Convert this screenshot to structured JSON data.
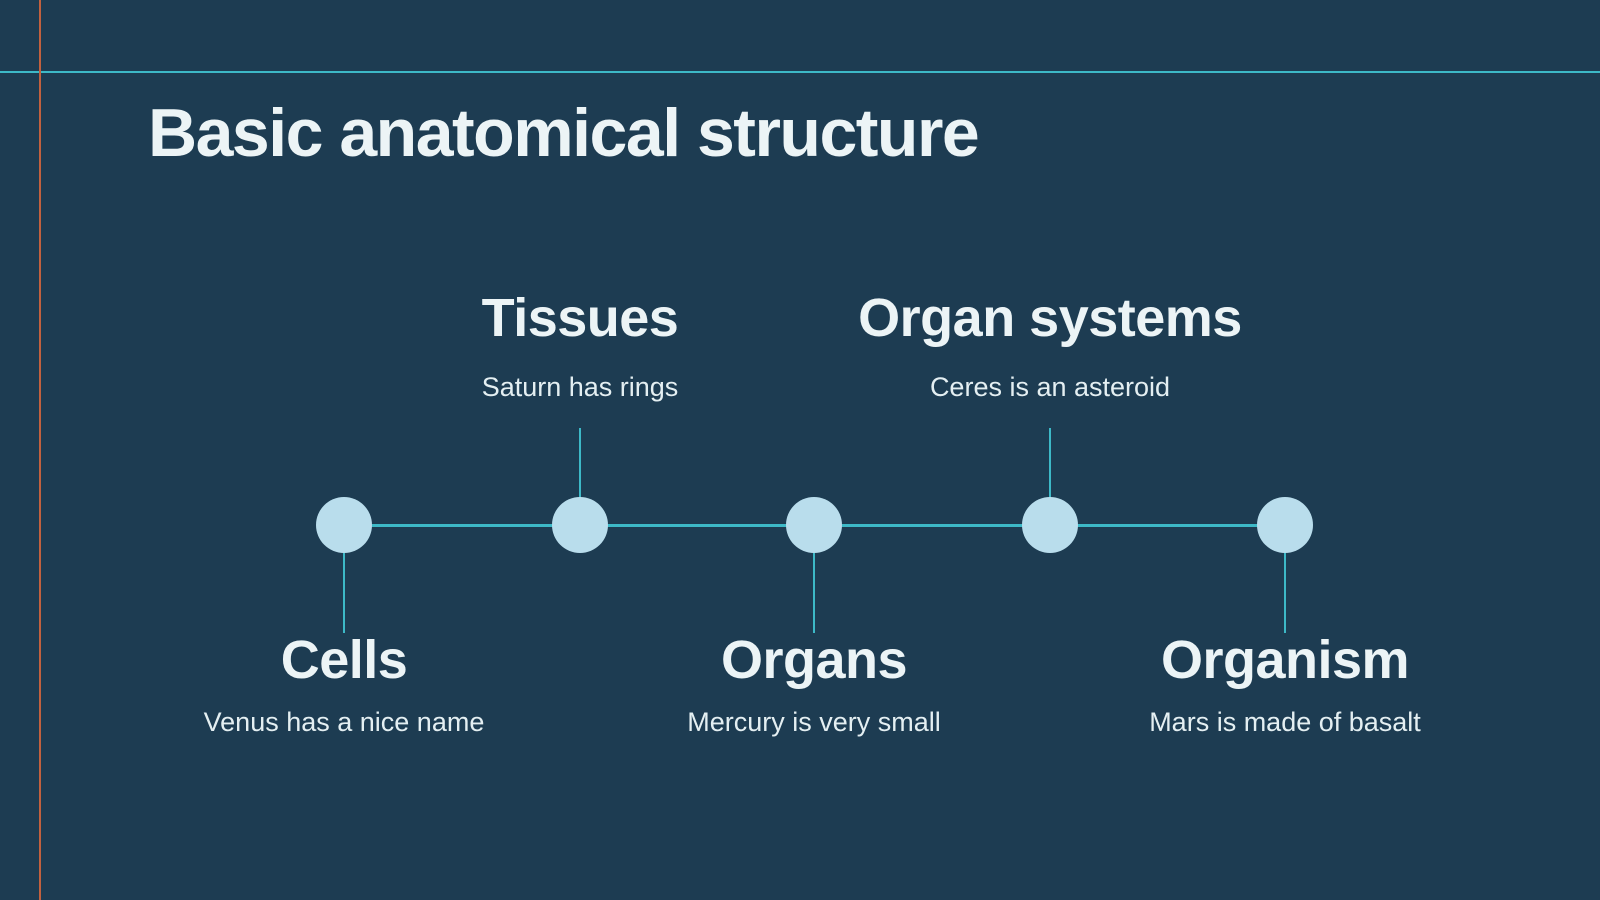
{
  "slide": {
    "title": "Basic anatomical structure",
    "timeline": {
      "items": [
        {
          "label": "Cells",
          "description": "Venus has a nice name",
          "position": "below"
        },
        {
          "label": "Tissues",
          "description": "Saturn has rings",
          "position": "above"
        },
        {
          "label": "Organs",
          "description": "Mercury is very small",
          "position": "below"
        },
        {
          "label": "Organ systems",
          "description": "Ceres is an asteroid",
          "position": "above"
        },
        {
          "label": "Organism",
          "description": "Mars is made of basalt",
          "position": "below"
        }
      ]
    },
    "colors": {
      "background": "#1d3c52",
      "accent_teal": "#3db9c7",
      "accent_orange": "#c2613f",
      "node_fill": "#b9ddec",
      "text": "#ecf4f6"
    }
  }
}
